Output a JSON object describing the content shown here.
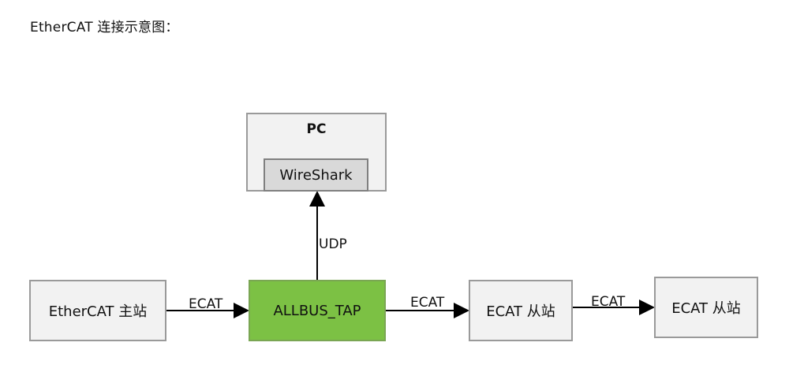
{
  "title": "EtherCAT  连接示意图：",
  "nodes": {
    "pc": "PC",
    "wireshark": "WireShark",
    "master": "EtherCAT 主站",
    "tap": "ALLBUS_TAP",
    "slave_1": "ECAT 从站",
    "slave_2": "ECAT 从站"
  },
  "edges": {
    "master_to_tap": "ECAT",
    "tap_to_slave_1": "ECAT",
    "slave_1_to_slave_2": "ECAT",
    "tap_to_pc": "UDP"
  },
  "colors": {
    "tap_fill": "#7cc144",
    "box_fill": "#f2f2f2",
    "wireshark_fill": "#d9d9d9",
    "line": "#000000"
  }
}
